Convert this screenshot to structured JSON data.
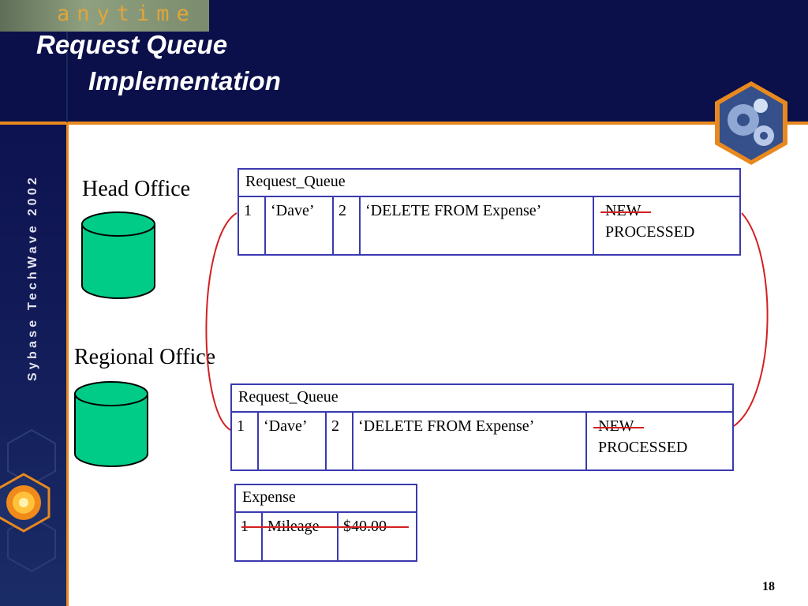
{
  "header": {
    "brand": "anytime",
    "title_line1": "Request Queue",
    "title_line2": "Implementation"
  },
  "sidebar": {
    "text": "Sybase TechWave 2002"
  },
  "head_office": {
    "label": "Head Office",
    "table": {
      "title": "Request_Queue",
      "row": {
        "id": "1",
        "user": "‘Dave’",
        "priority": "2",
        "sql": "‘DELETE FROM Expense’",
        "status_old": "NEW",
        "status_new": "PROCESSED"
      }
    }
  },
  "regional_office": {
    "label": "Regional Office",
    "table": {
      "title": "Request_Queue",
      "row": {
        "id": "1",
        "user": "‘Dave’",
        "priority": "2",
        "sql": "‘DELETE FROM Expense’",
        "status_old": "NEW",
        "status_new": "PROCESSED"
      }
    },
    "expense": {
      "title": "Expense",
      "row": {
        "id": "1",
        "name": "Mileage",
        "amount": "$40.00"
      }
    }
  },
  "footer": {
    "page_number": "18"
  },
  "colors": {
    "navy": "#0b0f4a",
    "accent_orange": "#e8891f",
    "cylinder": "#00cc88",
    "table_border": "#3a3ab0",
    "strike": "#d42020"
  }
}
